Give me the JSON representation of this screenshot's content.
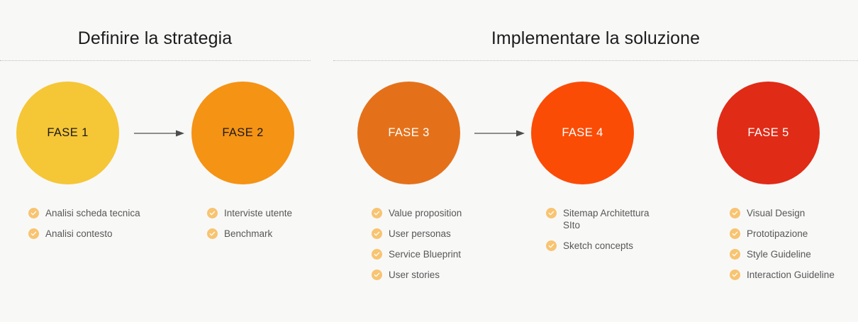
{
  "background_color": "#f8f8f7",
  "sections": [
    {
      "title": "Definire la strategia"
    },
    {
      "title": "Implementare la soluzione"
    }
  ],
  "phases": [
    {
      "label": "FASE 1",
      "color": "#f5c636",
      "text_color": "#1a1a1a",
      "tasks": [
        "Analisi scheda tecnica",
        "Analisi contesto"
      ]
    },
    {
      "label": "FASE 2",
      "color": "#f59314",
      "text_color": "#1a1a1a",
      "tasks": [
        "Interviste utente",
        "Benchmark"
      ]
    },
    {
      "label": "FASE 3",
      "color": "#e4711a",
      "text_color": "#ffffff",
      "tasks": [
        "Value proposition",
        "User personas",
        "Service Blueprint",
        "User stories"
      ]
    },
    {
      "label": "FASE 4",
      "color": "#fb4c06",
      "text_color": "#ffffff",
      "tasks": [
        "Sitemap Architettura\nSIto",
        "Sketch concepts"
      ]
    },
    {
      "label": "FASE 5",
      "color": "#e02b16",
      "text_color": "#ffffff",
      "tasks": [
        "Visual Design",
        "Prototipazione",
        "Style Guideline",
        "Interaction Guideline"
      ]
    }
  ],
  "arrows": [
    {
      "name": "arrow-phase1-to-phase2"
    },
    {
      "name": "arrow-phase3-to-phase4"
    }
  ],
  "icons": {
    "check": "check-icon",
    "badge_color": "#f8c471",
    "check_color": "#ffffff"
  }
}
